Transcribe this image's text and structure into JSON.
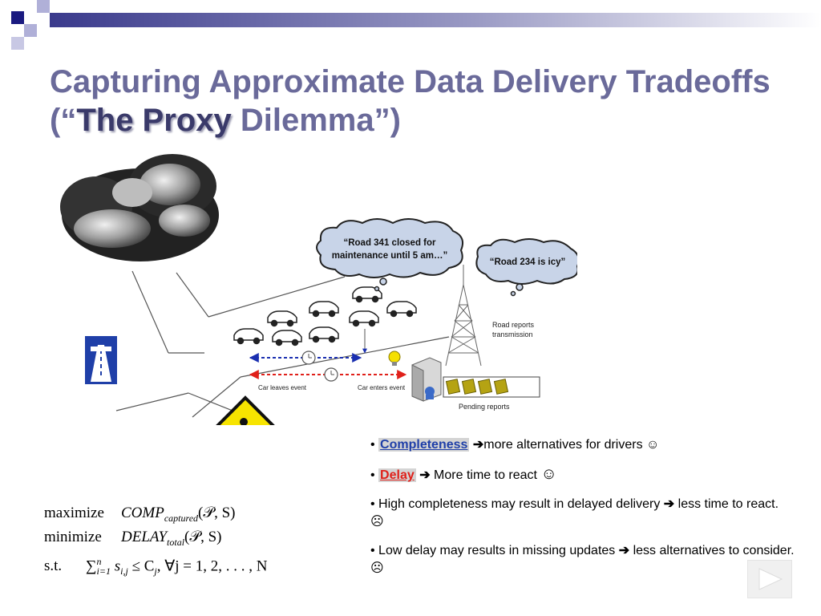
{
  "slide": {
    "title_part1": "Capturing Approximate Data Delivery Tradeoffs (“",
    "title_highlight": "The Proxy",
    "title_part2": " Dilemma”)"
  },
  "diagram": {
    "bubble_left": [
      "“Road 341 closed for",
      "maintenance until 5 am…”"
    ],
    "bubble_right": "“Road 234 is icy”",
    "tower_label": [
      "Road reports",
      "transmission"
    ],
    "car_leaves": "Car leaves event",
    "car_enters": "Car enters event",
    "pending_reports": "Pending reports",
    "colors": {
      "blue_arrow": "#1a2fb0",
      "red_arrow": "#e0201a",
      "envelope": "#b5a313",
      "sign_yellow": "#f7e400",
      "highway_sign": "#1f3fa8"
    }
  },
  "bullets": [
    {
      "term": "Completeness",
      "arrow": "➔",
      "text": "more alternatives for drivers",
      "emoji": "☺"
    },
    {
      "term": "Delay",
      "arrow": "➔",
      "text": " More time to react ",
      "emoji": "☺"
    },
    {
      "text": "High completeness may result in delayed delivery ",
      "arrow": "➔",
      "text2": " less time to react. ",
      "emoji": "☹"
    },
    {
      "text": "Low delay may results in missing updates ",
      "arrow": "➔",
      "text2": " less alternatives to consider. ",
      "emoji": "☹"
    }
  ],
  "formula": {
    "maximize": "maximize",
    "maximize_var": "COMP",
    "maximize_sub": "captured",
    "maximize_args": "(𝒫, S)",
    "minimize": "minimize",
    "minimize_var": "DELAY",
    "minimize_sub": "total",
    "minimize_args": "(𝒫, S)",
    "st": "s.t.",
    "constraint_sum": "∑",
    "constraint_sup": "n",
    "constraint_sub": "i=1",
    "constraint_body": "s",
    "constraint_body_sub": "i,j",
    "constraint_rest": " ≤ C",
    "constraint_cj_sub": "j",
    "constraint_forall": ",  ∀j = 1, 2, . . . , N"
  },
  "nav": {
    "next_icon": "play-triangle-icon"
  }
}
